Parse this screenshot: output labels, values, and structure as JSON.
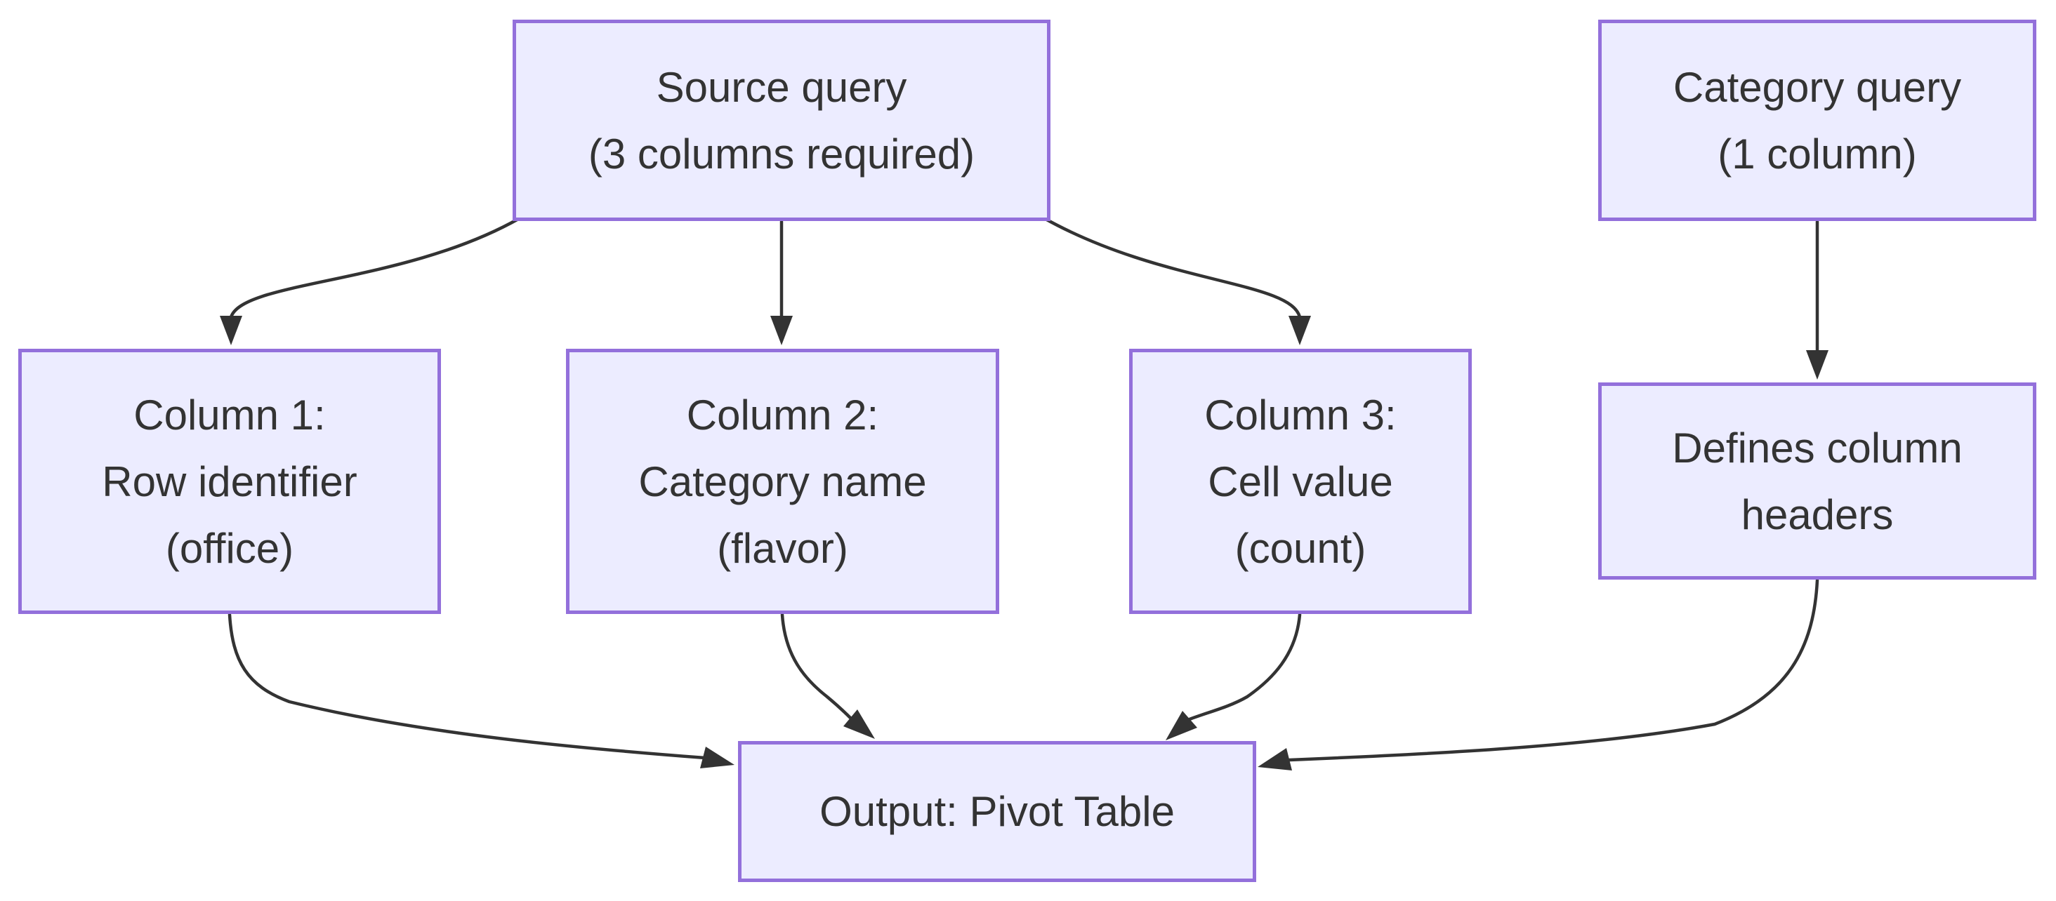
{
  "diagram": {
    "type": "flowchart",
    "direction": "top-down",
    "background": "#ffffff",
    "colors": {
      "node_fill": "#ECECFF",
      "node_border": "#9370DB",
      "edge": "#333333",
      "text": "#333333"
    },
    "nodes": {
      "source_query": {
        "lines": [
          "Source query",
          "(3 columns required)"
        ]
      },
      "category_query": {
        "lines": [
          "Category query",
          "(1 column)"
        ]
      },
      "column1": {
        "lines": [
          "Column 1:",
          "Row identifier",
          "(office)"
        ]
      },
      "column2": {
        "lines": [
          "Column 2:",
          "Category name",
          "(flavor)"
        ]
      },
      "column3": {
        "lines": [
          "Column 3:",
          "Cell value",
          "(count)"
        ]
      },
      "defines_headers": {
        "lines": [
          "Defines column",
          "headers"
        ]
      },
      "output": {
        "lines": [
          "Output: Pivot Table"
        ]
      }
    },
    "edges": [
      {
        "from": "Source query",
        "to": "Column 1: Row identifier (office)"
      },
      {
        "from": "Source query",
        "to": "Column 2: Category name (flavor)"
      },
      {
        "from": "Source query",
        "to": "Column 3: Cell value (count)"
      },
      {
        "from": "Category query",
        "to": "Defines column headers"
      },
      {
        "from": "Column 1: Row identifier (office)",
        "to": "Output: Pivot Table"
      },
      {
        "from": "Column 2: Category name (flavor)",
        "to": "Output: Pivot Table"
      },
      {
        "from": "Column 3: Cell value (count)",
        "to": "Output: Pivot Table"
      },
      {
        "from": "Defines column headers",
        "to": "Output: Pivot Table"
      }
    ]
  }
}
